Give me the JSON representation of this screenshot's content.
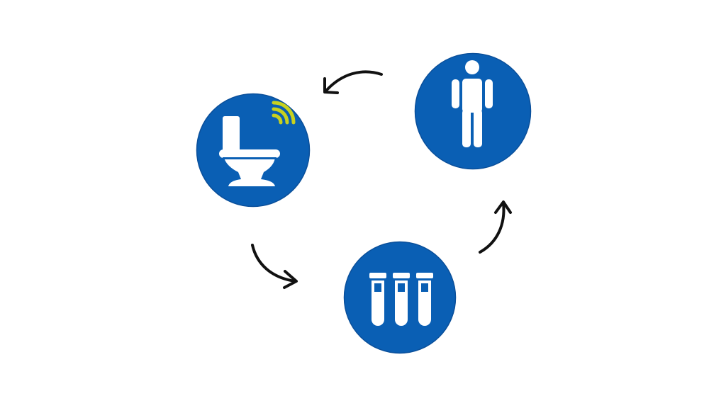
{
  "colors": {
    "circle_fill": "#0a5fb4",
    "circle_stroke": "#0a4f9a",
    "glyph": "#ffffff",
    "signal": "#c8d11f",
    "arrow": "#111111",
    "background": "#ffffff"
  },
  "nodes": [
    {
      "icon": "smart-toilet-icon"
    },
    {
      "icon": "person-icon"
    },
    {
      "icon": "test-tubes-icon"
    }
  ],
  "flow": [
    {
      "from": "toilet",
      "to": "tubes"
    },
    {
      "from": "tubes",
      "to": "person"
    },
    {
      "from": "person",
      "to": "toilet"
    }
  ]
}
